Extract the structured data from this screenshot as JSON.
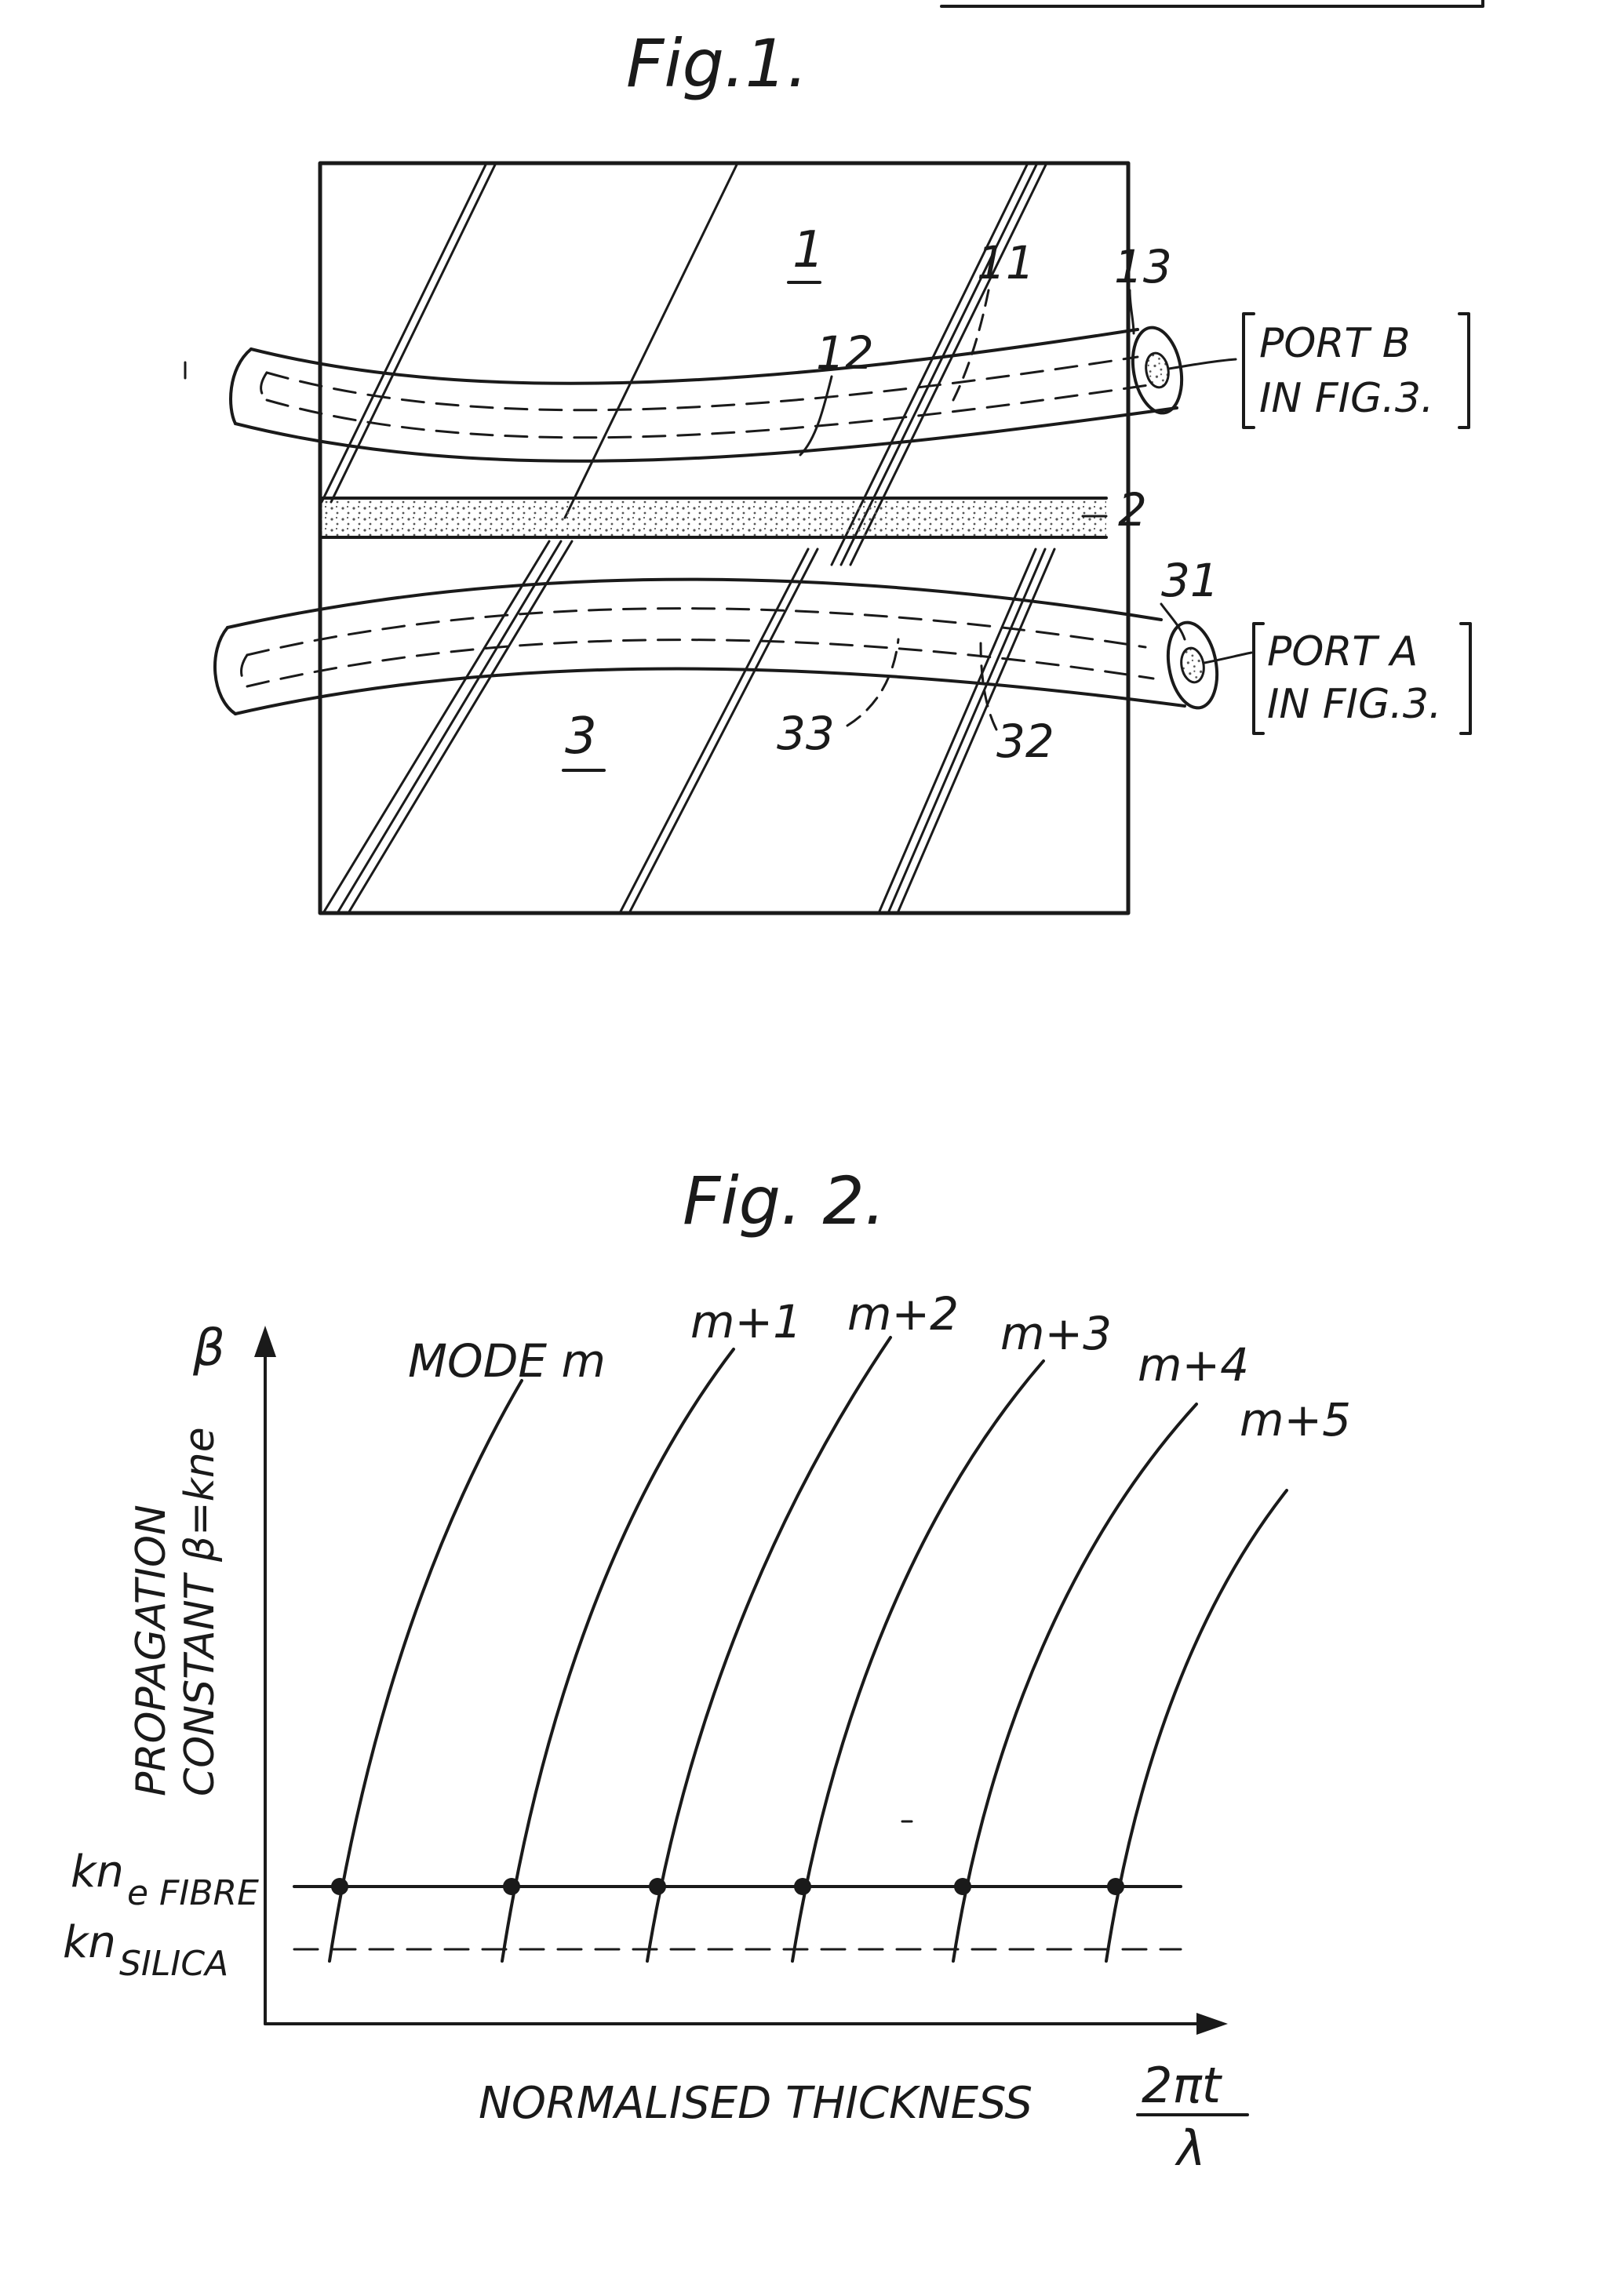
{
  "figure1": {
    "title": "Fig.1.",
    "labels": {
      "block_top": "1",
      "layer": "2",
      "block_bottom": "3",
      "fibre_top_cladding": "11",
      "fibre_top_core": "12",
      "fibre_top_end": "13",
      "fibre_bottom_end": "31",
      "fibre_bottom_cladding": "32",
      "fibre_bottom_core": "33"
    },
    "port_b": {
      "line1": "PORT B",
      "line2": "IN FIG.3."
    },
    "port_a": {
      "line1": "PORT A",
      "line2": "IN FIG.3."
    }
  },
  "figure2": {
    "title": "Fig. 2.",
    "mode_labels": [
      "MODE  m",
      "m+1",
      "m+2",
      "m+3",
      "m+4",
      "m+5"
    ],
    "y_axis_symbol": "β",
    "y_axis_label": {
      "line1": "PROPAGATION",
      "line2": "CONSTANT β=kne"
    },
    "x_axis_label": "NORMALISED THICKNESS",
    "x_axis_formula": {
      "numerator": "2πt",
      "denominator": "λ"
    },
    "level_fibre": {
      "prefix": "kn",
      "subscript": "e FIBRE"
    },
    "level_silica": {
      "prefix": "kn",
      "subscript": "SILICA"
    }
  },
  "colors": {
    "ink": "#1a1a1a",
    "paper": "#ffffff",
    "stipple": "#555555"
  }
}
